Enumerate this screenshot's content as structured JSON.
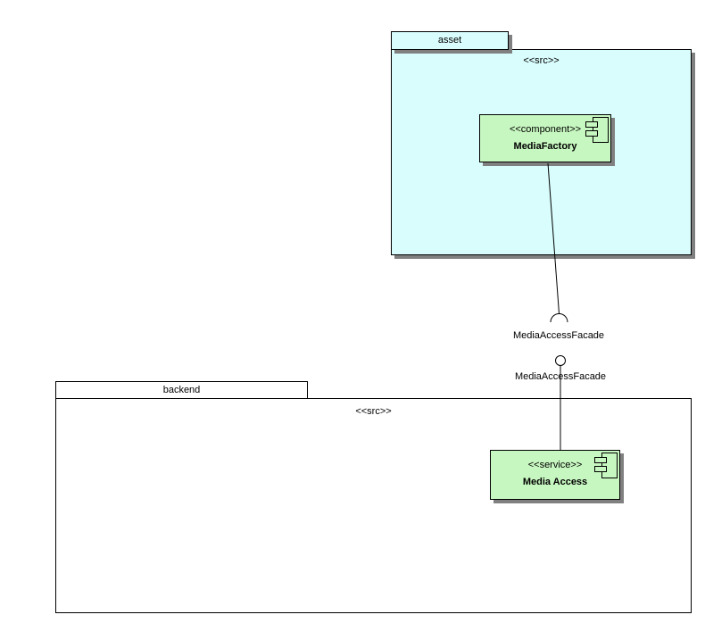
{
  "colors": {
    "asset_package_fill": "#d9fdfd",
    "backend_package_fill": "#ffffff",
    "component_fill": "#c7f7c0",
    "shadow": "#808080",
    "border": "#000000",
    "background": "#ffffff"
  },
  "packages": [
    {
      "name": "asset",
      "stereotype": "<<src>>"
    },
    {
      "name": "backend",
      "stereotype": "<<src>>"
    }
  ],
  "components": [
    {
      "stereotype": "<<component>>",
      "name": "MediaFactory",
      "package": "asset"
    },
    {
      "stereotype": "<<service>>",
      "name": "Media Access",
      "package": "backend"
    }
  ],
  "connector": {
    "required_interface_label": "MediaAccessFacade",
    "provided_interface_label": "MediaAccessFacade"
  }
}
